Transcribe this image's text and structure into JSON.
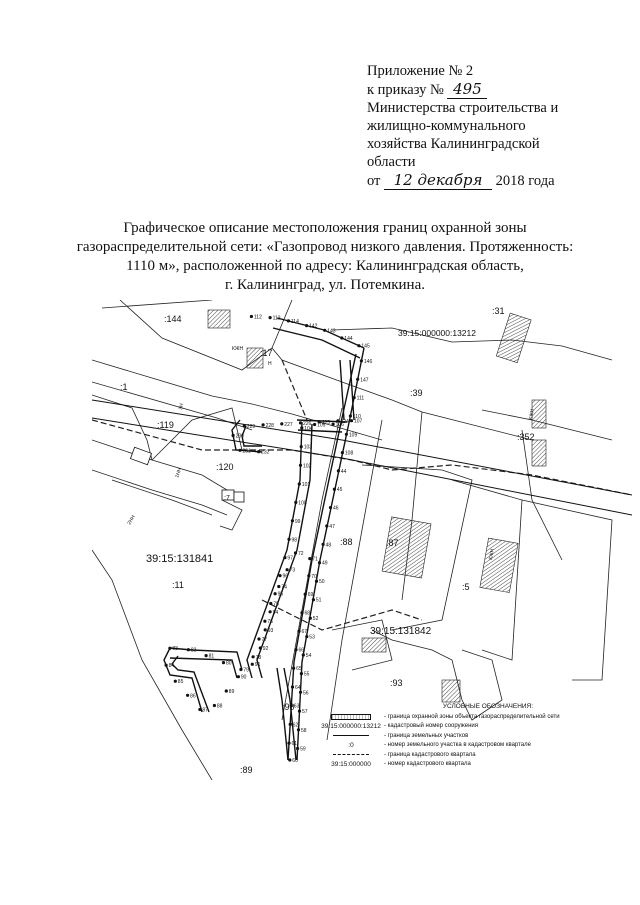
{
  "approval": {
    "line1": "Приложение № 2",
    "line2_prefix": "к приказу №",
    "order_number": "495",
    "line3": "Министерства строительства и",
    "line4": "жилищно-коммунального",
    "line5": "хозяйства Калининградской",
    "line6": "области",
    "date_prefix": "от",
    "date_handwritten": "12 декабря",
    "date_suffix": "2018 года"
  },
  "title": {
    "line1": "Графическое описание местоположения границ охранной зоны",
    "line2": "газораспределительной сети: «Газопровод низкого давления. Протяженность:",
    "line3": "1110 м», расположенной по адресу: Калининградская область,",
    "line4": "г. Калининград, ул. Потемкина."
  },
  "map": {
    "cadastral_structure": "39:15:000000:13212",
    "quarter_1": "39:15:131841",
    "quarter_2": "39:15:131842",
    "parcels": [
      ":144",
      ":31",
      ":39",
      ":352",
      ":119",
      ":120",
      ":11",
      ":88",
      ":87",
      ":5",
      ":93",
      ":90",
      ":89",
      ":7",
      ":17",
      ":1"
    ],
    "points": [
      "112",
      "113",
      "114",
      "142",
      "143",
      "144",
      "145",
      "146",
      "147",
      "111",
      "110",
      "109",
      "108",
      "44",
      "45",
      "46",
      "47",
      "48",
      "49",
      "50",
      "51",
      "52",
      "53",
      "54",
      "55",
      "56",
      "57",
      "58",
      "59",
      "60",
      "61",
      "62",
      "63",
      "64",
      "65",
      "66",
      "67",
      "68",
      "69",
      "70",
      "71",
      "72",
      "73",
      "74",
      "75",
      "76",
      "77",
      "78",
      "79",
      "80",
      "81",
      "82",
      "83",
      "84",
      "85",
      "86",
      "87",
      "88",
      "89",
      "90",
      "91",
      "92",
      "93",
      "94",
      "95",
      "96",
      "97",
      "98",
      "99",
      "100",
      "101",
      "102",
      "103",
      "104",
      "105",
      "106",
      "107",
      "224",
      "225",
      "226",
      "227",
      "228",
      "229",
      "230",
      "231",
      "232"
    ],
    "building_marks": [
      "КЖН",
      "Н",
      "3Н",
      "2НН",
      "1НН"
    ]
  },
  "legend": {
    "title": "УСЛОВНЫЕ ОБОЗНАЧЕНИЯ:",
    "items": [
      {
        "symbol": "",
        "text": "- граница охранной зоны объекта газораспределительной сети"
      },
      {
        "symbol": "39:15:000000:13212",
        "text": "- кадастровый номер сооружения"
      },
      {
        "symbol": "",
        "text": "- граница земельных участков"
      },
      {
        "symbol": ":0",
        "text": "- номер земельного участка в кадастровом квартале"
      },
      {
        "symbol": "",
        "text": "- граница кадастрового квартала"
      },
      {
        "symbol": "39:15:000000",
        "text": "- номер кадастрового квартала"
      }
    ]
  }
}
